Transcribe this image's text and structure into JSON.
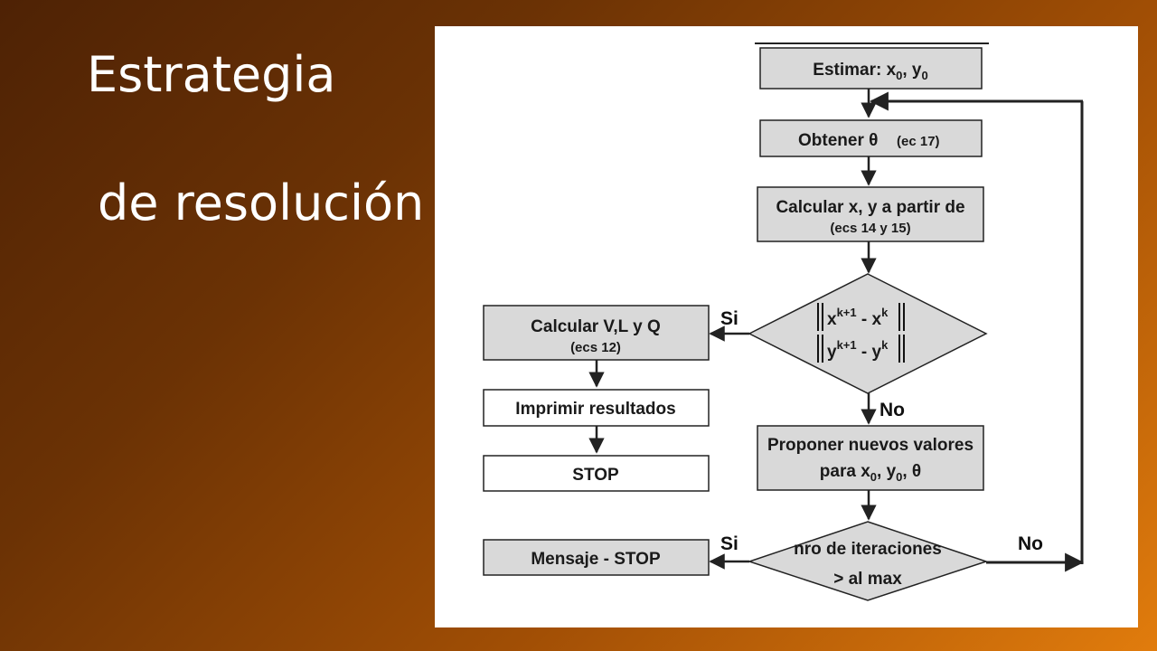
{
  "slide": {
    "title_line1": "Estrategia",
    "title_line2": "de resolución"
  },
  "colors": {
    "gray_box": "#d9d9d9",
    "white_box": "#ffffff",
    "stroke": "#222222"
  },
  "flowchart": {
    "estimar": {
      "label": "Estimar: x",
      "sub1": "0",
      "sep": ", y",
      "sub2": "0"
    },
    "obtener": {
      "label": "Obtener θ",
      "ref": "(ec 17)"
    },
    "calcular_xy": {
      "line1": "Calcular x, y a partir de",
      "line2": "(ecs 14 y 15)"
    },
    "convergence": {
      "line1_base": "x",
      "line1_sup": "k+1",
      "line1_mid": " - x",
      "line1_sup2": "k",
      "line2_base": "y",
      "line2_sup": "k+1",
      "line2_mid": " - y",
      "line2_sup2": "k"
    },
    "calcular_vlq": {
      "line1": "Calcular V,L y Q",
      "line2": "(ecs 12)"
    },
    "imprimir": {
      "label": "Imprimir resultados"
    },
    "stop": {
      "label": "STOP"
    },
    "proponer": {
      "line1": "Proponer nuevos valores",
      "line2_a": "para x",
      "sub1": "0",
      "line2_b": ", y",
      "sub2": "0",
      "line2_c": ", θ"
    },
    "iteraciones": {
      "line1": "nro de iteraciones",
      "line2": "> al max"
    },
    "mensaje": {
      "label": "Mensaje - STOP"
    },
    "edges": {
      "si_convergence": "Si",
      "no_convergence": "No",
      "si_iteraciones": "Si",
      "no_iteraciones": "No"
    }
  }
}
